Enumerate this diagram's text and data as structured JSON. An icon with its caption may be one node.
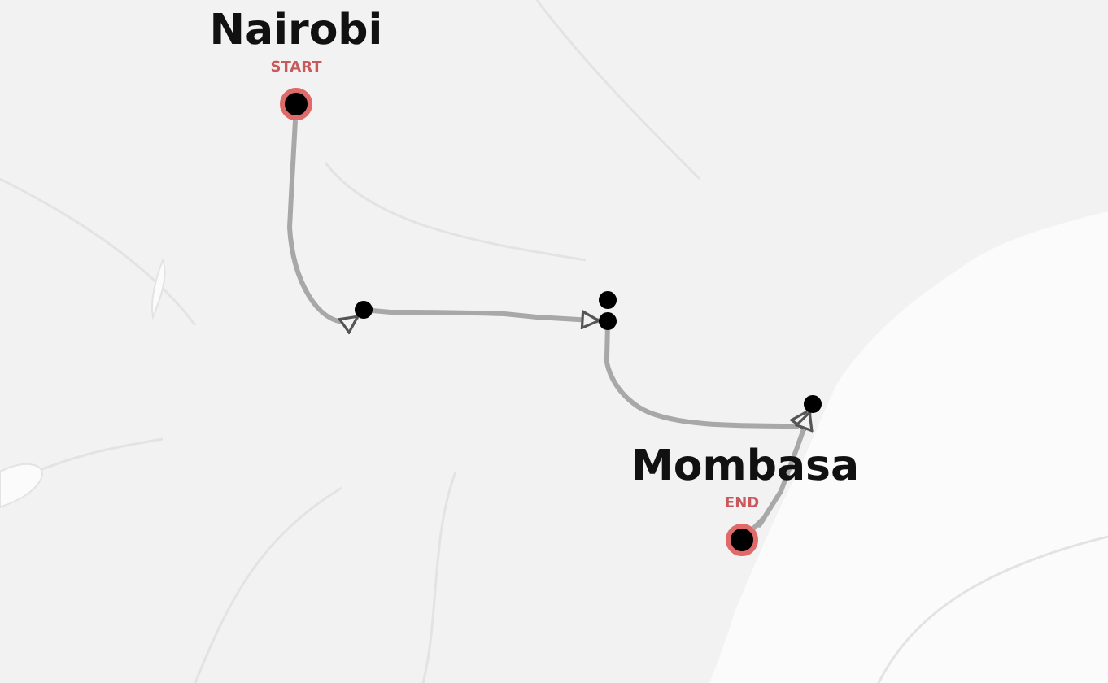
{
  "diagram": {
    "nodes": [
      {
        "text": [
          "Nairobi",
          "START"
        ]
      },
      {
        "text": [],
        "shape": "circle"
      },
      {
        "text": [],
        "shape": "circle"
      },
      {
        "text": [],
        "shape": "circle"
      },
      {
        "text": [],
        "shape": "circle"
      },
      {
        "text": [
          "Mombasa",
          "END"
        ]
      }
    ],
    "edges": [
      {
        "from": 0,
        "to": 1,
        "arrow": "to"
      },
      {
        "from": 1,
        "to": 3,
        "arrow": "to"
      },
      {
        "from": 3,
        "to": 4,
        "arrow": "to"
      },
      {
        "from": 5,
        "to": 4,
        "arrow": "to"
      }
    ]
  }
}
